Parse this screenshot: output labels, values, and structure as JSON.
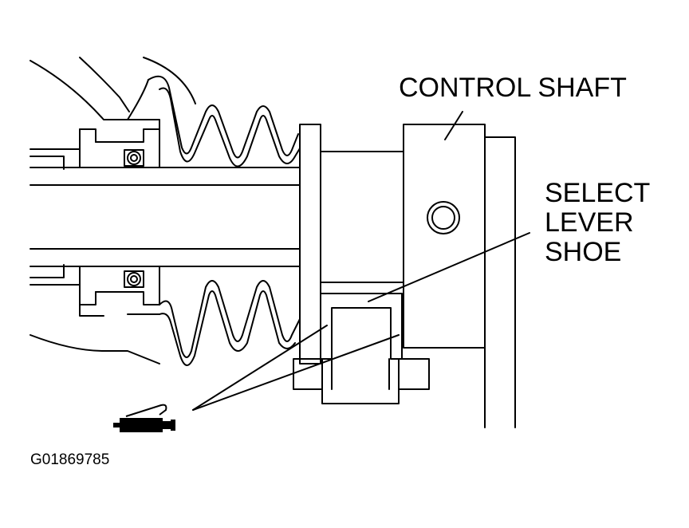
{
  "labels": {
    "control_shaft": "CONTROL SHAFT",
    "select_lever_shoe_line1": "SELECT",
    "select_lever_shoe_line2": "LEVER",
    "select_lever_shoe_line3": "SHOE",
    "figure_id": "G01869785"
  },
  "icons": {
    "grease_gun": "grease-gun-icon"
  },
  "colors": {
    "ink": "#000000",
    "paper": "#ffffff"
  }
}
